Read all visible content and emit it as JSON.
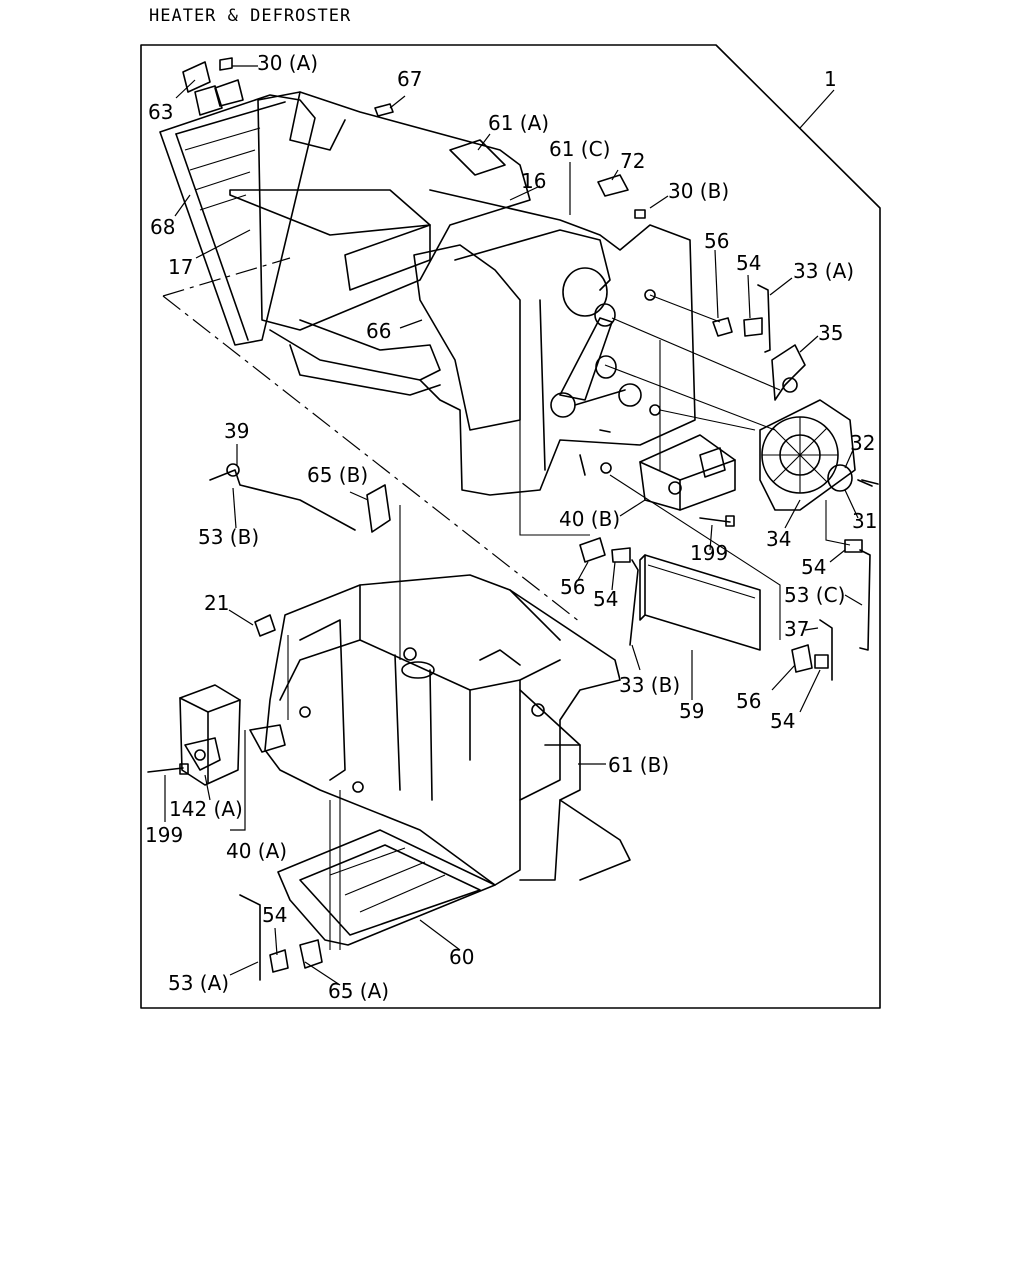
{
  "title": "HEATER & DEFROSTER",
  "callouts": [
    {
      "id": "c1",
      "text": "1"
    },
    {
      "id": "c30a",
      "text": "30 (A)"
    },
    {
      "id": "c63",
      "text": "63"
    },
    {
      "id": "c67",
      "text": "67"
    },
    {
      "id": "c61a",
      "text": "61 (A)"
    },
    {
      "id": "c61c",
      "text": "61 (C)"
    },
    {
      "id": "c72",
      "text": "72"
    },
    {
      "id": "c16",
      "text": "16"
    },
    {
      "id": "c30b",
      "text": "30 (B)"
    },
    {
      "id": "c68",
      "text": "68"
    },
    {
      "id": "c17",
      "text": "17"
    },
    {
      "id": "c56a",
      "text": "56"
    },
    {
      "id": "c54a",
      "text": "54"
    },
    {
      "id": "c33a",
      "text": "33 (A)"
    },
    {
      "id": "c66",
      "text": "66"
    },
    {
      "id": "c35",
      "text": "35"
    },
    {
      "id": "c39",
      "text": "39"
    },
    {
      "id": "c32",
      "text": "32"
    },
    {
      "id": "c65b",
      "text": "65 (B)"
    },
    {
      "id": "c31",
      "text": "31"
    },
    {
      "id": "c53b",
      "text": "53 (B)"
    },
    {
      "id": "c40b",
      "text": "40 (B)"
    },
    {
      "id": "c34",
      "text": "34"
    },
    {
      "id": "c199a",
      "text": "199"
    },
    {
      "id": "c54b",
      "text": "54"
    },
    {
      "id": "c56b",
      "text": "56"
    },
    {
      "id": "c54c",
      "text": "54"
    },
    {
      "id": "c53c",
      "text": "53 (C)"
    },
    {
      "id": "c21",
      "text": "21"
    },
    {
      "id": "c37",
      "text": "37"
    },
    {
      "id": "c33b",
      "text": "33 (B)"
    },
    {
      "id": "c56c",
      "text": "56"
    },
    {
      "id": "c59",
      "text": "59"
    },
    {
      "id": "c54d",
      "text": "54"
    },
    {
      "id": "c61b",
      "text": "61 (B)"
    },
    {
      "id": "c142a",
      "text": "142 (A)"
    },
    {
      "id": "c199b",
      "text": "199"
    },
    {
      "id": "c40a",
      "text": "40 (A)"
    },
    {
      "id": "c54e",
      "text": "54"
    },
    {
      "id": "c60",
      "text": "60"
    },
    {
      "id": "c53a",
      "text": "53 (A)"
    },
    {
      "id": "c65a",
      "text": "65 (A)"
    }
  ]
}
